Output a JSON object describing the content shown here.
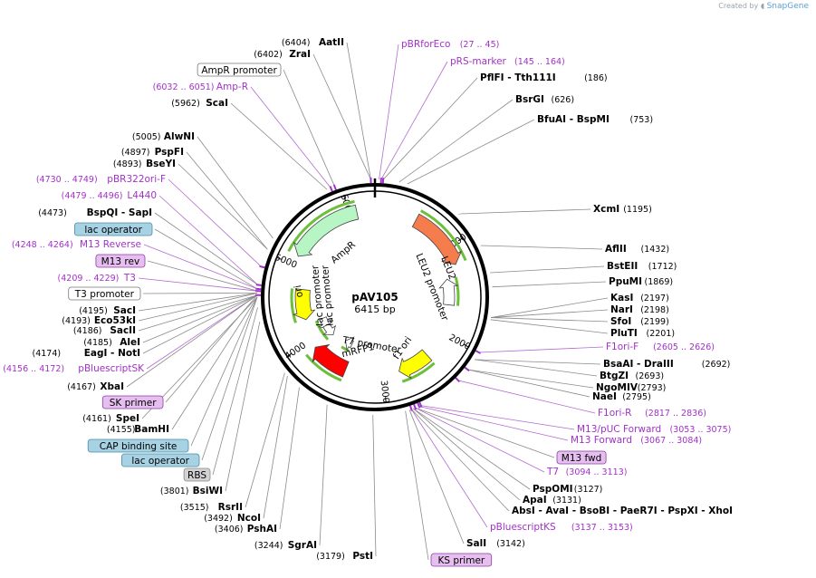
{
  "credit": {
    "prefix": "Created by",
    "brand": "SnapGene"
  },
  "plasmid": {
    "name": "pAV105",
    "size_label": "6415 bp"
  },
  "ticks": [
    "1000",
    "2000",
    "3000",
    "4000",
    "5000",
    "6000"
  ],
  "features": [
    {
      "label": "AmpR",
      "color": "#b7f5c5"
    },
    {
      "label": "ori",
      "color": "#ffff00"
    },
    {
      "label": "LEU2",
      "color": "#f47c4d"
    },
    {
      "label": "LEU2 promoter",
      "color": "#ffffff"
    },
    {
      "label": "lac promoter",
      "color": "#ffffff"
    },
    {
      "label": "lac promoter",
      "color": "#ffffff"
    },
    {
      "label": "T7 promoter",
      "color": "#ffffff"
    },
    {
      "label": "mRFP1",
      "color": "#ff0000"
    },
    {
      "label": "f1 ori",
      "color": "#ffff00"
    }
  ],
  "left_labels": [
    {
      "kind": "enz",
      "pos": "(6404)",
      "name": "AatII"
    },
    {
      "kind": "enz",
      "pos": "(6402)",
      "name": "ZraI"
    },
    {
      "kind": "box",
      "name": "AmpR promoter",
      "style": "white"
    },
    {
      "kind": "primer",
      "pos": "(6032 .. 6051)",
      "name": "Amp-R"
    },
    {
      "kind": "enz",
      "pos": "(5962)",
      "name": "ScaI"
    },
    {
      "kind": "enz",
      "pos": "(5005)",
      "name": "AlwNI"
    },
    {
      "kind": "enz",
      "pos": "(4897)",
      "name": "PspFI"
    },
    {
      "kind": "enz",
      "pos": "(4893)",
      "name": "BseYI"
    },
    {
      "kind": "primer",
      "pos": "(4730 .. 4749)",
      "name": "pBR322ori-F"
    },
    {
      "kind": "primer",
      "pos": "(4479 .. 4496)",
      "name": "L4440"
    },
    {
      "kind": "enz",
      "pos": "(4473)",
      "name": "BspQI   - SapI"
    },
    {
      "kind": "box",
      "name": "lac operator",
      "style": "blue"
    },
    {
      "kind": "primer",
      "pos": "(4248 .. 4264)",
      "name": "M13 Reverse"
    },
    {
      "kind": "box",
      "name": "M13 rev",
      "style": "purple"
    },
    {
      "kind": "primer",
      "pos": "(4209 .. 4229)",
      "name": "T3"
    },
    {
      "kind": "box",
      "name": "T3 promoter",
      "style": "white"
    },
    {
      "kind": "enz",
      "pos": "(4195)",
      "name": "SacI"
    },
    {
      "kind": "enz",
      "pos": "(4193)",
      "name": "Eco53kI"
    },
    {
      "kind": "enz",
      "pos": "(4186)",
      "name": "SacII"
    },
    {
      "kind": "enz",
      "pos": "(4185)",
      "name": "AleI"
    },
    {
      "kind": "enz",
      "pos": "(4174)",
      "name": "EagI   - NotI"
    },
    {
      "kind": "primer",
      "pos": "(4156 .. 4172)",
      "name": "pBluescriptSK"
    },
    {
      "kind": "enz",
      "pos": "(4167)",
      "name": "XbaI"
    },
    {
      "kind": "box",
      "name": "SK primer",
      "style": "purple"
    },
    {
      "kind": "enz",
      "pos": "(4161)",
      "name": "SpeI"
    },
    {
      "kind": "enz",
      "pos": "(4155)",
      "name": "BamHI"
    },
    {
      "kind": "box",
      "name": "CAP binding site",
      "style": "blue"
    },
    {
      "kind": "box",
      "name": "lac operator",
      "style": "blue"
    },
    {
      "kind": "box",
      "name": "RBS",
      "style": "gray"
    },
    {
      "kind": "enz",
      "pos": "(3801)",
      "name": "BsiWI"
    },
    {
      "kind": "enz",
      "pos": "(3515)",
      "name": "RsrII"
    },
    {
      "kind": "enz",
      "pos": "(3492)",
      "name": "NcoI"
    },
    {
      "kind": "enz",
      "pos": "(3406)",
      "name": "PshAI"
    },
    {
      "kind": "enz",
      "pos": "(3244)",
      "name": "SgrAI"
    },
    {
      "kind": "enz",
      "pos": "(3179)",
      "name": "PstI"
    }
  ],
  "right_labels": [
    {
      "kind": "primer",
      "name": "pBRforEco",
      "pos": "(27 .. 45)"
    },
    {
      "kind": "primer",
      "name": "pRS-marker",
      "pos": "(145 .. 164)"
    },
    {
      "kind": "enz",
      "name": "PflFI   - Tth111I",
      "pos": "(186)"
    },
    {
      "kind": "enz",
      "name": "BsrGI",
      "pos": "(626)"
    },
    {
      "kind": "enz",
      "name": "BfuAI   - BspMI",
      "pos": "(753)"
    },
    {
      "kind": "enz",
      "name": "XcmI",
      "pos": "(1195)"
    },
    {
      "kind": "enz",
      "name": "AflII",
      "pos": "(1432)"
    },
    {
      "kind": "enz",
      "name": "BstEII",
      "pos": "(1712)"
    },
    {
      "kind": "enz",
      "name": "PpuMI",
      "pos": "(1869)"
    },
    {
      "kind": "enz",
      "name": "KasI",
      "pos": "(2197)"
    },
    {
      "kind": "enz",
      "name": "NarI",
      "pos": "(2198)"
    },
    {
      "kind": "enz",
      "name": "SfoI",
      "pos": "(2199)"
    },
    {
      "kind": "enz",
      "name": "PluTI",
      "pos": "(2201)"
    },
    {
      "kind": "primer",
      "name": "F1ori-F",
      "pos": "(2605 .. 2626)"
    },
    {
      "kind": "enz",
      "name": "BsaAI   - DraIII",
      "pos": "(2692)"
    },
    {
      "kind": "enz",
      "name": "BtgZI",
      "pos": "(2693)"
    },
    {
      "kind": "enz",
      "name": "NgoMIV",
      "pos": "(2793)"
    },
    {
      "kind": "enz",
      "name": "NaeI",
      "pos": "(2795)"
    },
    {
      "kind": "primer",
      "name": "F1ori-R",
      "pos": "(2817 .. 2836)"
    },
    {
      "kind": "primer",
      "name": "M13/pUC Forward",
      "pos": "(3053 .. 3075)"
    },
    {
      "kind": "primer",
      "name": "M13 Forward",
      "pos": "(3067 .. 3084)"
    },
    {
      "kind": "box",
      "name": "M13 fwd",
      "style": "purple"
    },
    {
      "kind": "primer",
      "name": "T7",
      "pos": "(3094 .. 3113)"
    },
    {
      "kind": "enz",
      "name": "PspOMI",
      "pos": "(3127)"
    },
    {
      "kind": "enz",
      "name": "ApaI",
      "pos": "(3131)"
    },
    {
      "kind": "enz",
      "name": "AbsI   - AvaI   - BsoBI   - PaeR7I   - PspXI   - XhoI",
      "pos": "(3136)"
    },
    {
      "kind": "primer",
      "name": "pBluescriptKS",
      "pos": "(3137 .. 3153)"
    },
    {
      "kind": "enz",
      "name": "SalI",
      "pos": "(3142)"
    },
    {
      "kind": "box",
      "name": "KS primer",
      "style": "purple"
    }
  ]
}
